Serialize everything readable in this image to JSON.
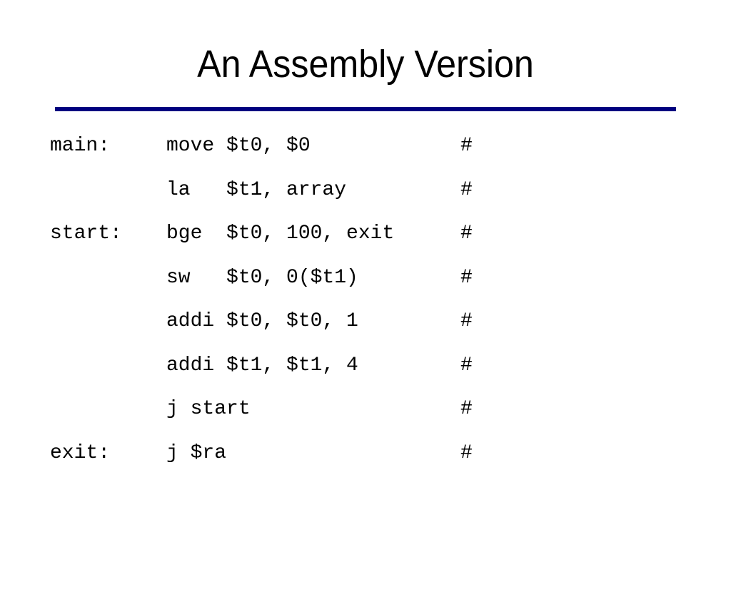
{
  "slide": {
    "title": "An Assembly Version",
    "rule_color": "#000080"
  },
  "code_lines": [
    {
      "label": "main:",
      "instruction": "move $t0, $0",
      "comment": "#"
    },
    {
      "label": "",
      "instruction": "la   $t1, array",
      "comment": "#"
    },
    {
      "label": "start:",
      "instruction": "bge  $t0, 100, exit",
      "comment": "#"
    },
    {
      "label": "",
      "instruction": "sw   $t0, 0($t1)",
      "comment": "#"
    },
    {
      "label": "",
      "instruction": "addi $t0, $t0, 1",
      "comment": "#"
    },
    {
      "label": "",
      "instruction": "addi $t1, $t1, 4",
      "comment": "#"
    },
    {
      "label": "",
      "instruction": "j start",
      "comment": "#"
    },
    {
      "label": "exit:",
      "instruction": "j $ra",
      "comment": "#"
    }
  ]
}
